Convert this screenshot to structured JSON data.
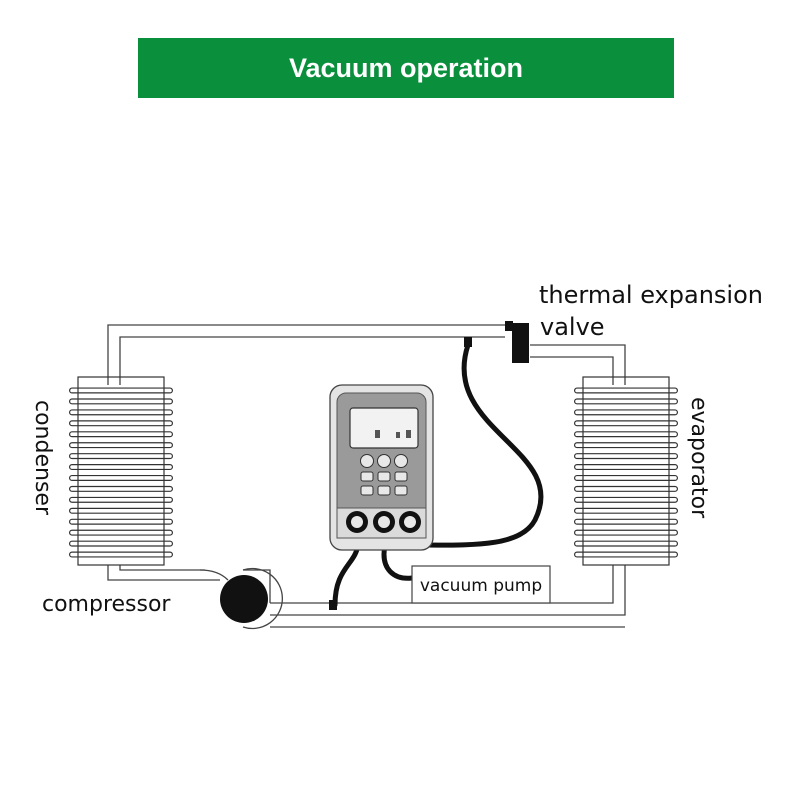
{
  "header": {
    "title": "Vacuum operation"
  },
  "labels": {
    "condenser": "condenser",
    "evaporator": "evaporator",
    "compressor": "compressor",
    "valve_line1": "thermal expansion",
    "valve_line2": "valve",
    "vacuum_pump": "vacuum pump"
  },
  "colors": {
    "banner": "#0a8f3c",
    "line": "#333333",
    "hose": "#111111"
  }
}
